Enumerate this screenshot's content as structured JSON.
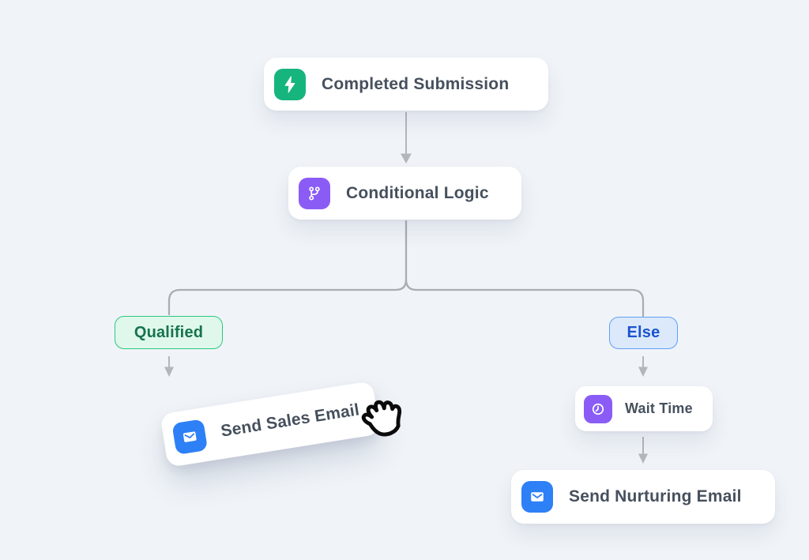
{
  "workflow": {
    "nodes": {
      "trigger": {
        "label": "Completed Submission",
        "icon": "zap-icon"
      },
      "condition": {
        "label": "Conditional Logic",
        "icon": "branch-icon"
      },
      "sales": {
        "label": "Send Sales Email",
        "icon": "mail-icon",
        "state": "dragging"
      },
      "wait": {
        "label": "Wait Time",
        "icon": "clock-icon"
      },
      "nurture": {
        "label": "Send Nurturing Email",
        "icon": "mail-icon"
      }
    },
    "branches": {
      "qualified": {
        "label": "Qualified"
      },
      "else": {
        "label": "Else"
      }
    },
    "cursor": {
      "name": "hand-grab-cursor"
    }
  },
  "colors": {
    "background": "#f0f4f8",
    "green": "#17b57e",
    "purple": "#8a5cf5",
    "blue": "#2e80f6",
    "label_text": "#46505d",
    "connector": "#a9adb4",
    "arrow": "#b3b6bb",
    "qualified_bg": "#e0f8ec",
    "qualified_border": "#2dc77e",
    "qualified_text": "#15744b",
    "else_bg": "#dbe9fb",
    "else_border": "#639ff3",
    "else_text": "#1d53cf"
  }
}
